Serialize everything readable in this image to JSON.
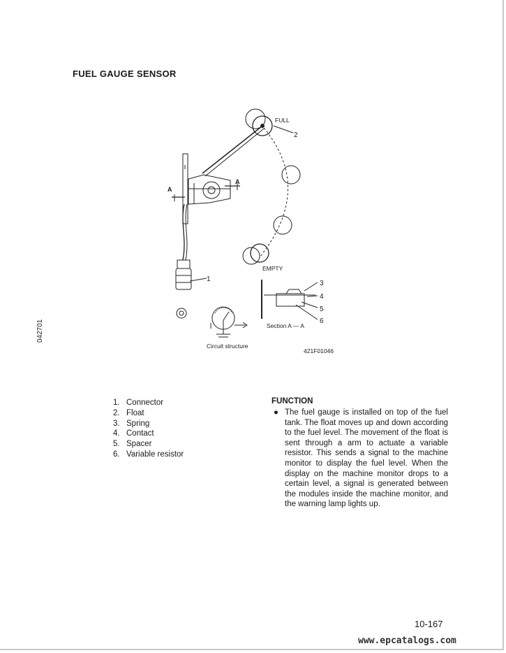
{
  "title": "FUEL GAUGE SENSOR",
  "side_code": "042701",
  "diagram": {
    "full_label": "FULL",
    "empty_label": "EMPTY",
    "section_label": "Section A — A",
    "circuit_label": "Circuit structure",
    "figure_code": "421F01046",
    "section_mark": "A",
    "callouts": [
      "1",
      "2",
      "3",
      "4",
      "5",
      "6"
    ]
  },
  "parts": [
    {
      "num": "1.",
      "label": "Connector"
    },
    {
      "num": "2.",
      "label": "Float"
    },
    {
      "num": "3.",
      "label": "Spring"
    },
    {
      "num": "4.",
      "label": "Contact"
    },
    {
      "num": "5.",
      "label": "Spacer"
    },
    {
      "num": "6.",
      "label": "Variable resistor"
    }
  ],
  "function": {
    "heading": "FUNCTION",
    "bullet": "●",
    "text": "The fuel gauge is installed on top of the fuel tank. The float moves up and down according to the fuel level. The movement of the float is sent through a arm to actuate a variable resistor. This sends a signal to the machine monitor to display the fuel level. When the display on the machine monitor drops to a certain level, a signal is generated between the modules inside the machine monitor, and the warning lamp lights up."
  },
  "page_number": "10-167",
  "watermark": "www.epcatalogs.com"
}
